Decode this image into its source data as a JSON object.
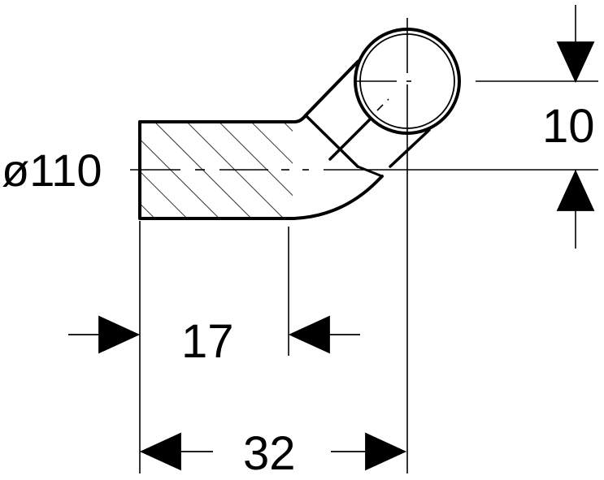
{
  "dimensions": {
    "diameter": "ø110",
    "offset": "10",
    "inner_length": "17",
    "overall_length": "32"
  },
  "colors": {
    "line": "#000000",
    "background": "#ffffff"
  }
}
